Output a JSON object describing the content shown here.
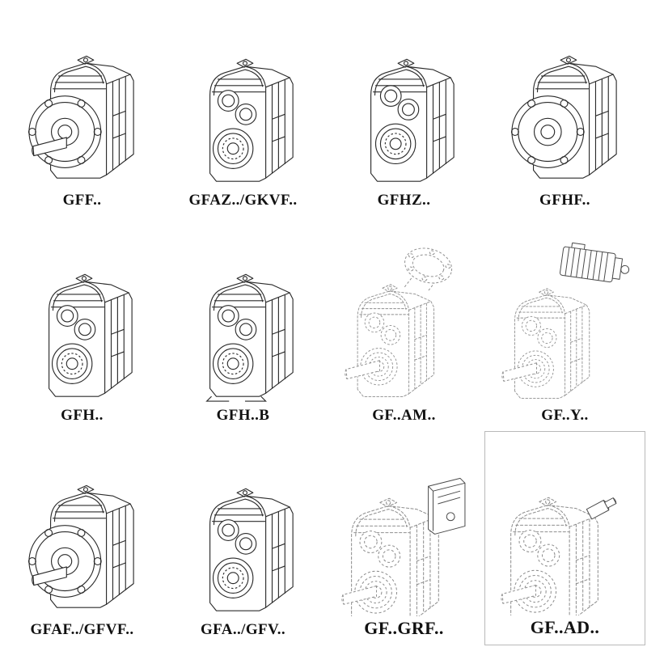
{
  "colors": {
    "line_solid": "#2b2b2b",
    "line_dashed": "#8f8f8f",
    "label": "#111111",
    "background": "#ffffff"
  },
  "catalog": {
    "cells": [
      {
        "label": "GFF..",
        "drawing": "gearbox-flange-output-drawing",
        "line_style": "solid"
      },
      {
        "label": "GFAZ../GKVF..",
        "drawing": "gearbox-hollow-shaft-drawing",
        "line_style": "solid"
      },
      {
        "label": "GFHZ..",
        "drawing": "gearbox-hollow-shaft-drawing",
        "line_style": "solid"
      },
      {
        "label": "GFHF..",
        "drawing": "gearbox-output-flange-drawing",
        "line_style": "solid"
      },
      {
        "label": "GFH..",
        "drawing": "gearbox-foot-mounted-drawing",
        "line_style": "solid"
      },
      {
        "label": "GFH..B",
        "drawing": "gearbox-foot-mounted-drawing",
        "line_style": "solid"
      },
      {
        "label": "GF..AM..",
        "drawing": "gearbox-input-flange-drawing",
        "line_style": "dashed"
      },
      {
        "label": "GF..Y..",
        "drawing": "gearbox-with-motor-drawing",
        "line_style": "dashed"
      },
      {
        "label": "GFAF../GFVF..",
        "drawing": "gearbox-flange-output-drawing",
        "line_style": "solid"
      },
      {
        "label": "GFA../GFV..",
        "drawing": "gearbox-hollow-shaft-drawing",
        "line_style": "solid"
      },
      {
        "label": "GF..GRF..",
        "drawing": "gearbox-adapter-drawing",
        "line_style": "dashed"
      },
      {
        "label": "GF..AD..",
        "drawing": "gearbox-input-shaft-drawing",
        "line_style": "dashed"
      }
    ]
  }
}
